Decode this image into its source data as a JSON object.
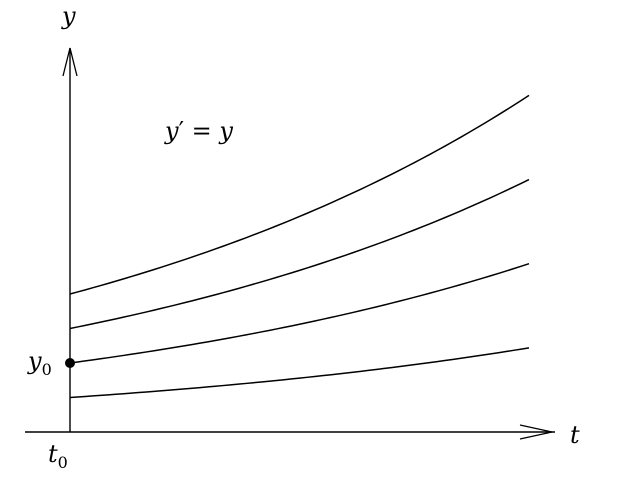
{
  "axes": {
    "y_label": "y",
    "x_label": "t",
    "origin_label_base": "t",
    "origin_label_sub": "0",
    "initial_value_label_base": "y",
    "initial_value_label_sub": "0"
  },
  "equation": {
    "lhs": "y",
    "prime": "′",
    "equals": " = ",
    "rhs": "y"
  },
  "curves": [
    {
      "id": "curve-1",
      "initial_value": 0.5,
      "growth_factor_over_window": 1.4
    },
    {
      "id": "curve-2",
      "initial_value": 1.0,
      "growth_factor_over_window": 1.4
    },
    {
      "id": "curve-3",
      "initial_value": 1.5,
      "growth_factor_over_window": 1.4
    },
    {
      "id": "curve-4",
      "initial_value": 2.0,
      "growth_factor_over_window": 1.4
    }
  ],
  "highlighted_curve": "curve-2",
  "colors": {
    "line": "#000000",
    "background": "#ffffff"
  }
}
